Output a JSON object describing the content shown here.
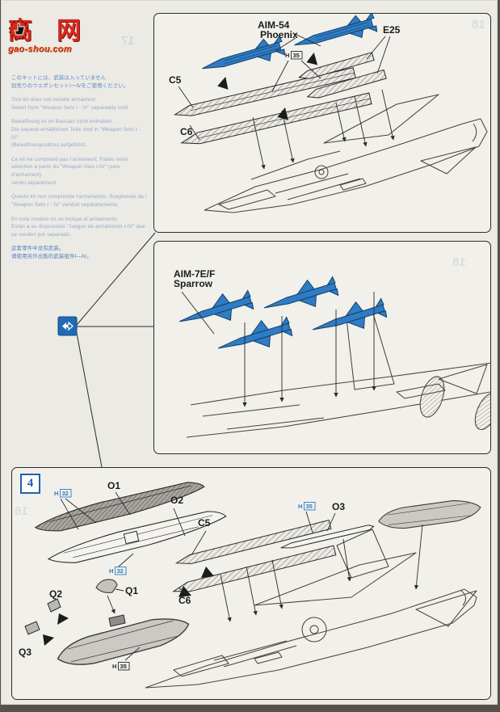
{
  "colors": {
    "missile_blue": "#2f7cc4",
    "callout_blue": "#2d7cc0",
    "step_blue": "#1e63ad",
    "watermark_red": "#d7281e",
    "paper": "#ebeae5"
  },
  "watermark": {
    "char_left": "高",
    "char_right": "网",
    "site": "gao-shou.com"
  },
  "ghosts": [
    {
      "text": "17"
    },
    {
      "text": "18"
    },
    {
      "text": "18"
    },
    {
      "text": "16"
    }
  ],
  "notice": {
    "ja1": "このキットには、武装は入っていません",
    "ja2": "別売りのウエポンセットⅠ～Ⅳをご使用ください。",
    "en1": "This kit does not include armament.",
    "en2": "Select from \"Weapon Sets I - IV\" separately  sold.",
    "de1": "Bewaffnung ist im Bausatz nicht enthalten.",
    "de2": "Die separat erhältlichen Teile sind in \"Weapon Sets I - IV\"",
    "de3": "(Bewaffnungssätze) aufgeführt.",
    "fr1": "Ce kit ne comprend pas l'armement. Faites votre",
    "fr2": "sélection à partir du \"Weapon Sets I-IV\" (sets d'armament)",
    "fr3": "vendu séparément.",
    "it1": "Questo kit non comprende l'armamento.   Sceglierete da i",
    "it2": "\"Weapon Sets I - IV\" venduti separatamente.",
    "es1": "En este modelo no se incluye el armamento.",
    "es2": "Están a su disposición \"Juegos de armamento I-IV\" que",
    "es3": "se venden por separado.",
    "zh1": "这套零件中没有武装。",
    "zh2": "请使用另外出售的武装组件Ⅰ—Ⅳ。"
  },
  "panel_phoenix": {
    "missile_line1": "AIM-54",
    "missile_line2": "Phoenix",
    "label_e25": "E25",
    "label_c5": "C5",
    "label_c6": "C6",
    "decal_h": "H",
    "decal_35": "35"
  },
  "panel_sparrow": {
    "missile_line1": "AIM-7E/F",
    "missile_line2": "Sparrow"
  },
  "panel_step4": {
    "step_number": "4",
    "label_o1": "O1",
    "label_o2": "O2",
    "label_o3": "O3",
    "label_q1": "Q1",
    "label_q2": "Q2",
    "label_q3": "Q3",
    "label_c5": "C5",
    "label_c6": "C6",
    "decal_h": "H",
    "decal_32": "32",
    "decal_35": "35"
  }
}
